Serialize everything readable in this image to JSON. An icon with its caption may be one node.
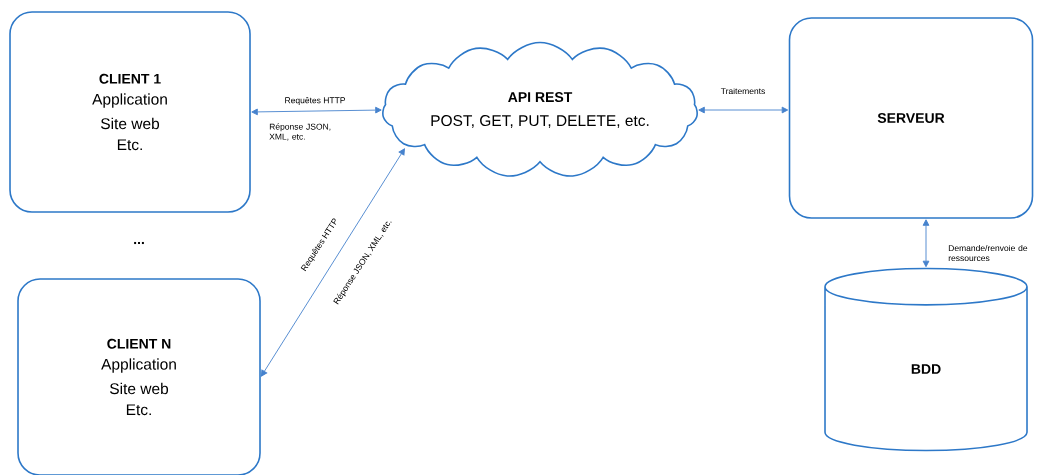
{
  "diagram": {
    "nodes": [
      {
        "text": [
          "CLIENT 1",
          "Application",
          "Site web",
          "Etc."
        ]
      },
      {
        "text": [
          "CLIENT N",
          "Application",
          "Site web",
          "Etc."
        ]
      },
      {
        "text": [
          "API REST",
          "POST, GET, PUT, DELETE, etc."
        ]
      },
      {
        "text": [
          "SERVEUR"
        ]
      },
      {
        "text": [
          "BDD"
        ]
      }
    ],
    "edges": [
      {
        "from": 0,
        "to": 2,
        "arrow": "both",
        "label": "Requêtes HTTP"
      },
      {
        "from": 1,
        "to": 2,
        "arrow": "both",
        "label": "Requêtes HTTP"
      },
      {
        "from": 2,
        "to": 3,
        "arrow": "both",
        "label": "Traitements"
      },
      {
        "from": 3,
        "to": 4,
        "arrow": "both",
        "label": "Demande/renvoie de ressources"
      }
    ],
    "labels": [
      "Réponse JSON, XML, etc.",
      "...",
      "Réponse JSON, XML, etc."
    ]
  }
}
